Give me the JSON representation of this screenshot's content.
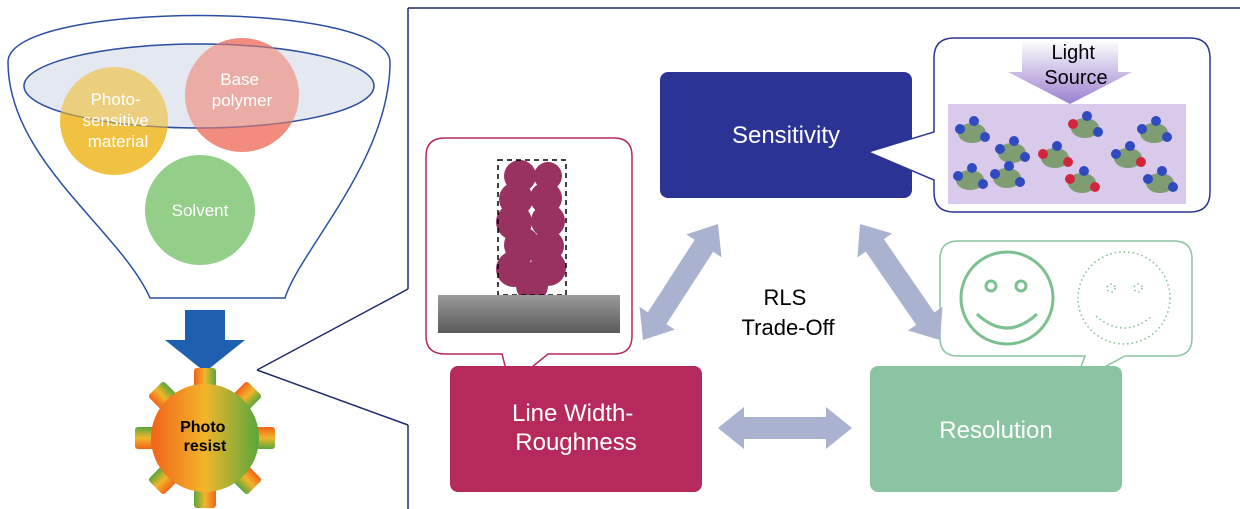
{
  "funnel": {
    "photo_sensitive": [
      "Photo-",
      "sensitive",
      "material"
    ],
    "base_polymer": [
      "Base",
      "polymer"
    ],
    "solvent": "Solvent"
  },
  "gear": {
    "label": [
      "Photo",
      "resist"
    ]
  },
  "diagram": {
    "sensitivity": "Sensitivity",
    "lwr": [
      "Line Width-",
      "Roughness"
    ],
    "resolution": "Resolution",
    "center": [
      "RLS",
      "Trade-Off"
    ],
    "light_source": [
      "Light",
      "Source"
    ]
  },
  "colors": {
    "sensitivity": "#2b3494",
    "lwr": "#b52a5a",
    "resolution": "#8ac4a0",
    "arrow": "#a9b3cf",
    "photosensitive": "#f0bb2c",
    "base_polymer": "#ef8070",
    "solvent": "#94cf8a",
    "resist_column": "#9a3261",
    "down_arrow": "#1f5fb0"
  }
}
